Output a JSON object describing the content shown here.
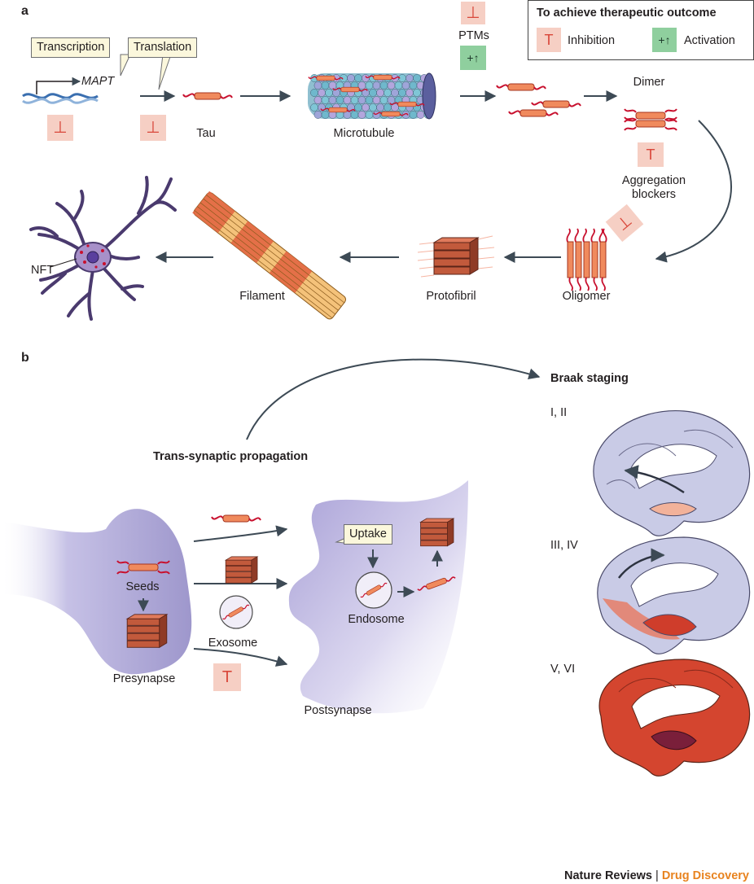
{
  "panel_a": {
    "panel_label": "a",
    "callouts": {
      "transcription": "Transcription",
      "translation": "Translation"
    },
    "gene": "MAPT",
    "steps": {
      "tau": "Tau",
      "microtubule": "Microtubule",
      "ptms": "PTMs",
      "dimer": "Dimer",
      "aggregation_blockers": "Aggregation\nblockers",
      "oligomer": "Oligomer",
      "protofibril": "Protofibril",
      "filament": "Filament",
      "nft": "NFT"
    },
    "inhibit_glyph": "⊥",
    "activate_glyph": "+↑",
    "legend": {
      "title": "To achieve therapeutic outcome",
      "inhibition_label": "Inhibition",
      "inhibition_glyph": "T",
      "activation_label": "Activation",
      "activation_glyph": "+↑"
    }
  },
  "panel_b": {
    "panel_label": "b",
    "trans_synaptic": "Trans-synaptic propagation",
    "braak_title": "Braak staging",
    "braak_stages": [
      "I, II",
      "III, IV",
      "V, VI"
    ],
    "seeds": "Seeds",
    "exosome": "Exosome",
    "presynapse": "Presynapse",
    "uptake": "Uptake",
    "endosome": "Endosome",
    "postsynapse": "Postsynapse",
    "inhibit_glyph": "T"
  },
  "footer": {
    "journal": "Nature Reviews",
    "separator": " | ",
    "section": "Drug Discovery"
  },
  "colors": {
    "tau_red": "#c8102e",
    "tau_orange": "#f08a5d",
    "arrow": "#3d4a55",
    "inhibit_bg": "#f6cfc4",
    "activate_bg": "#8fcf9e",
    "synapse": "#b3aed8",
    "brain_light": "#c9cbe6",
    "brain_red": "#d4452f",
    "footer_accent": "#e8831f"
  }
}
